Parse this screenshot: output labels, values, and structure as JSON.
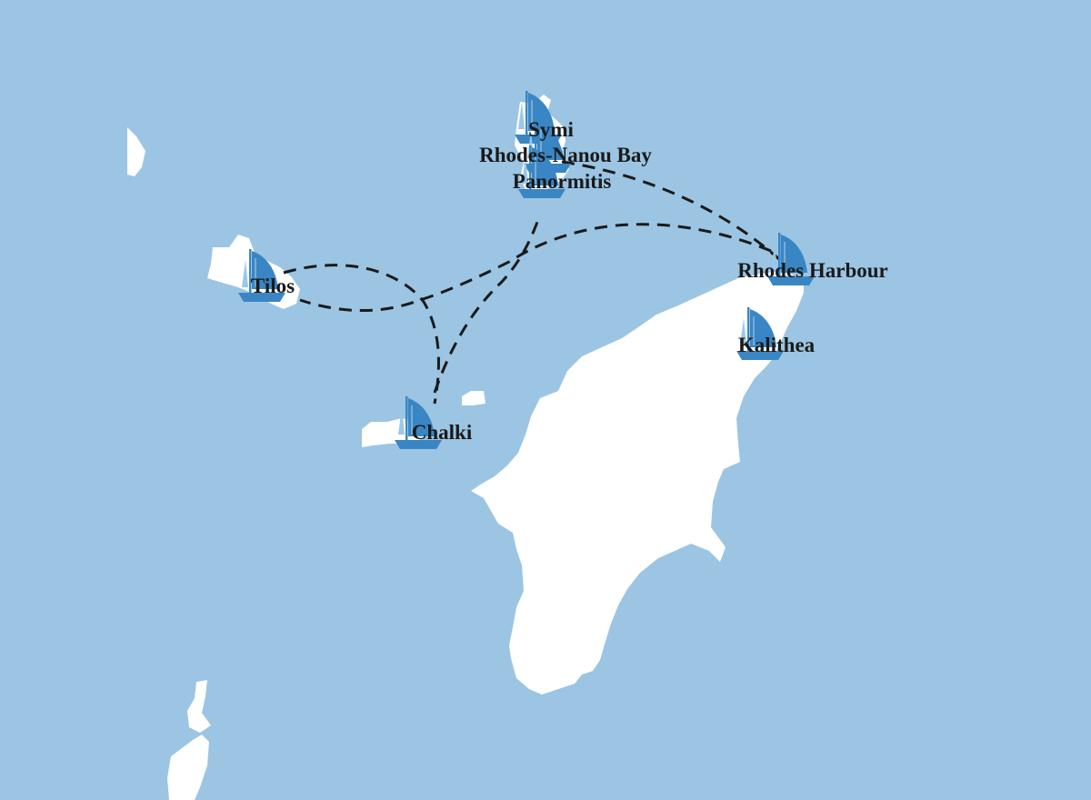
{
  "colors": {
    "sea": "#9bc5e3",
    "land": "#ffffff",
    "marker": "#3a86c4",
    "marker_light": "#9ac8ec",
    "route": "#1a1a1a",
    "label": "#1a1a1a"
  },
  "marker_icon": "sailboat-icon",
  "ports": [
    {
      "id": "symi",
      "name": "Symi"
    },
    {
      "id": "rhodes-nanou-bay",
      "name": "Rhodes-Nanou Bay"
    },
    {
      "id": "panormitis",
      "name": "Panormitis"
    },
    {
      "id": "rhodes-harbour",
      "name": "Rhodes Harbour"
    },
    {
      "id": "tilos",
      "name": "Tilos"
    },
    {
      "id": "kalithea",
      "name": "Kalithea"
    },
    {
      "id": "chalki",
      "name": "Chalki"
    }
  ],
  "routes": [
    {
      "from": "Symi",
      "to": "Rhodes Harbour"
    },
    {
      "from": "Rhodes Harbour",
      "to": "Tilos"
    },
    {
      "from": "Tilos",
      "to": "Chalki"
    },
    {
      "from": "Chalki",
      "to": "Panormitis"
    }
  ]
}
